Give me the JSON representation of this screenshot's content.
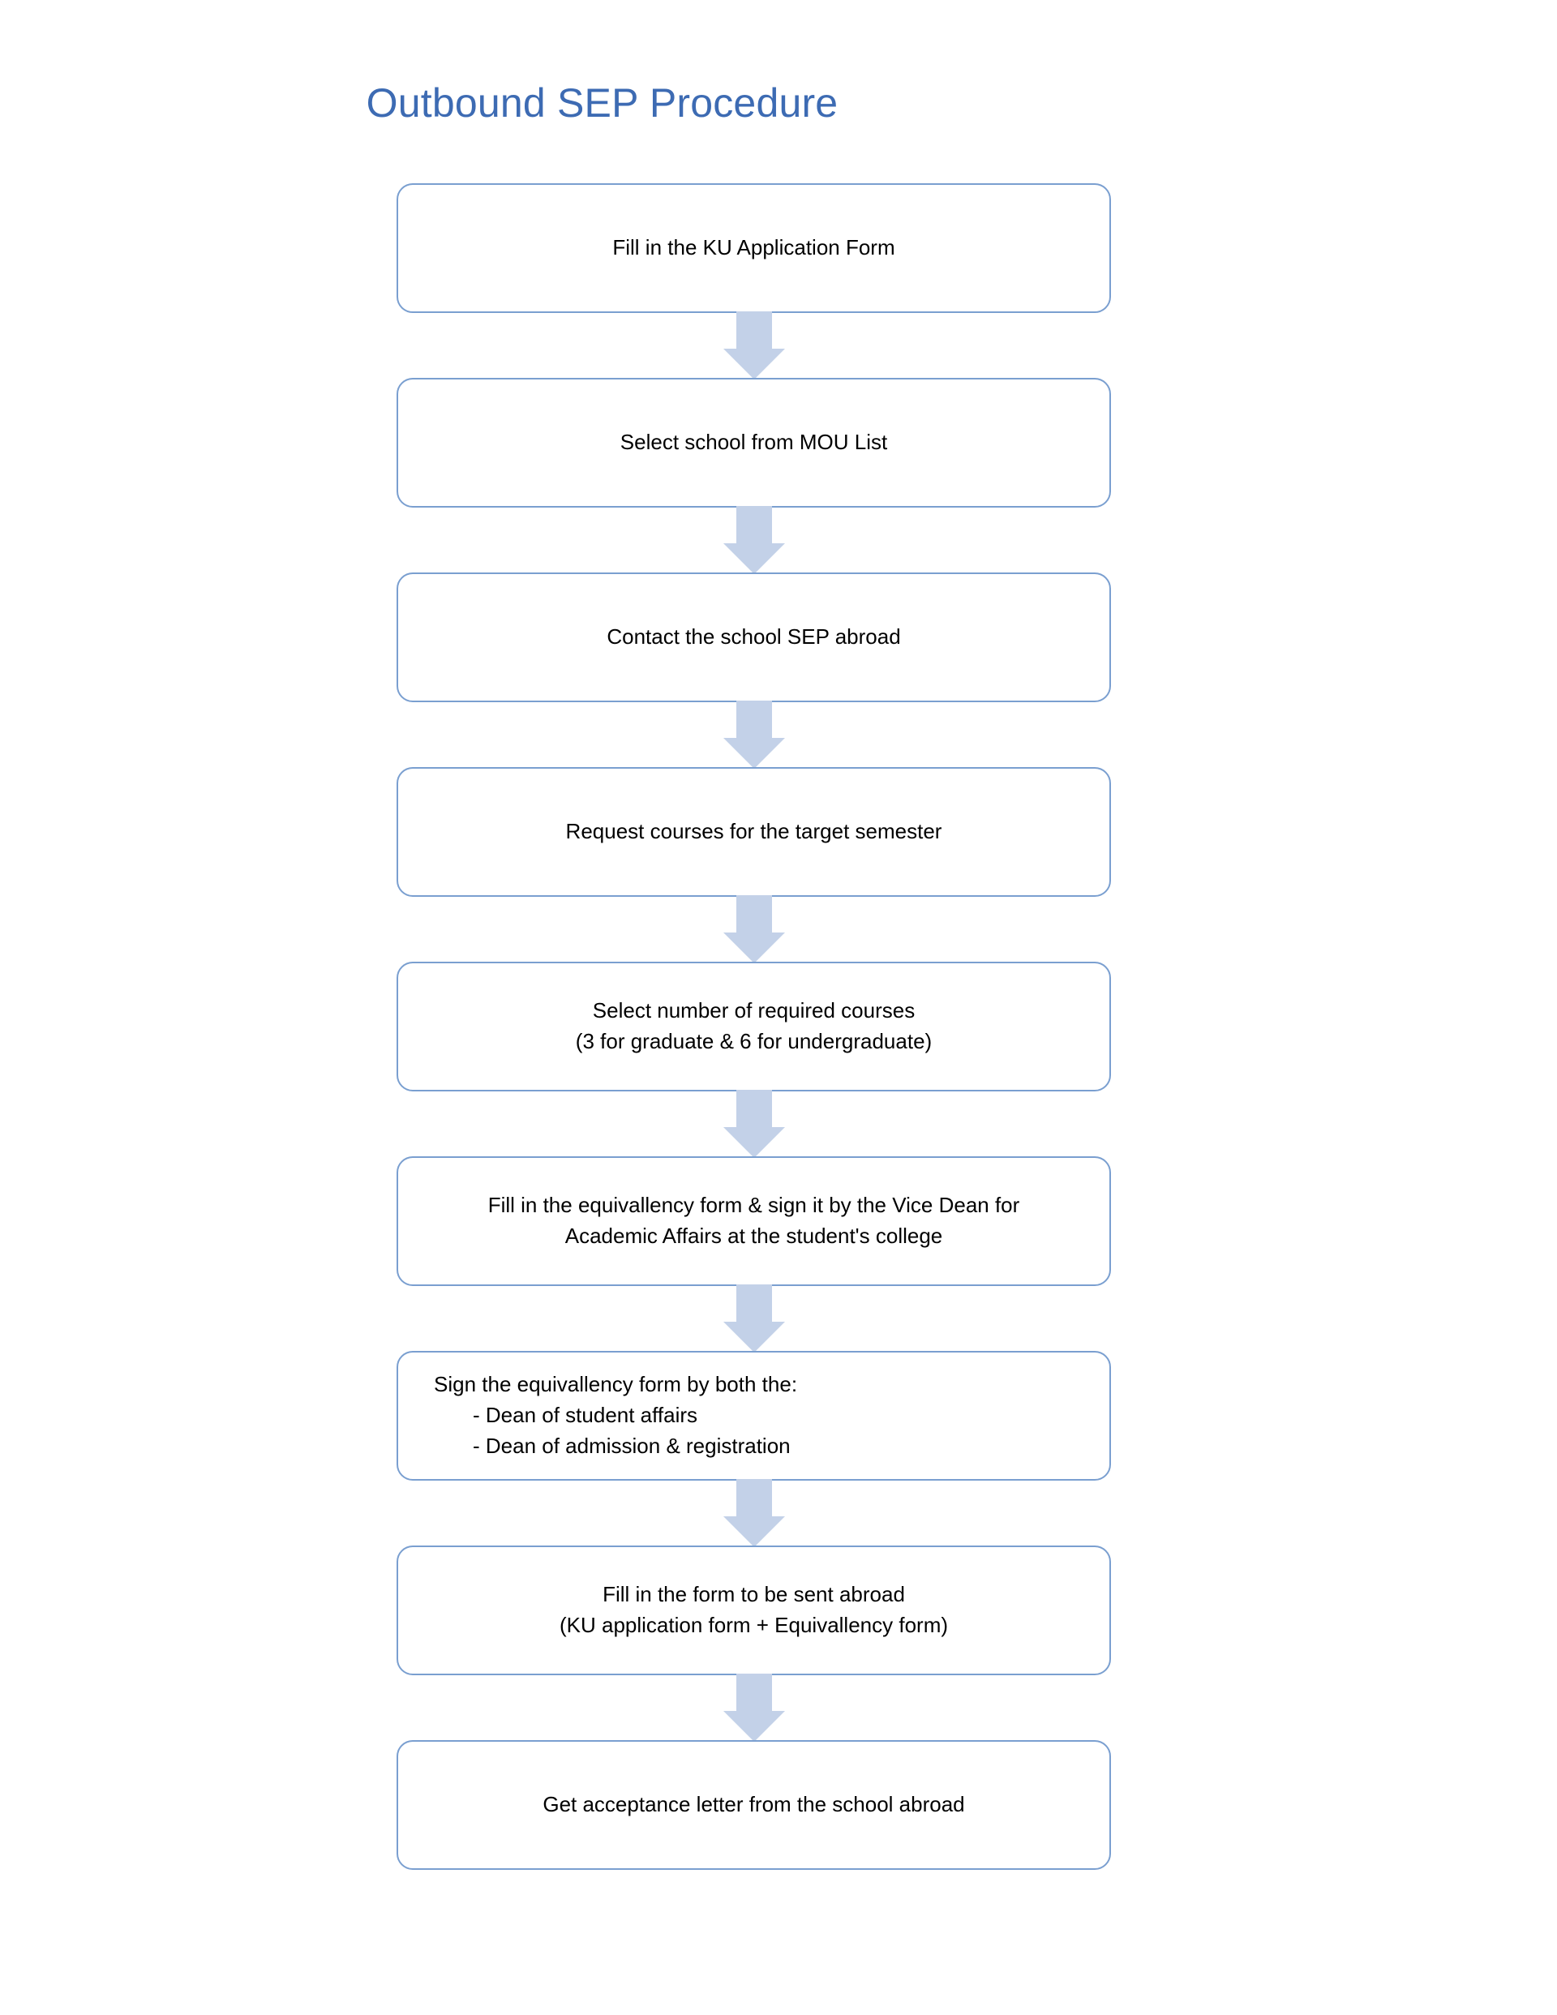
{
  "document": {
    "title": "Outbound SEP Procedure"
  },
  "colors": {
    "title": "#3d6bb3",
    "node_border": "#7a9fd0",
    "arrow_fill": "#c3d1e8",
    "node_fill": "#ffffff",
    "text": "#000000"
  },
  "flow": {
    "nodes": [
      {
        "id": "fill-ku-application-form",
        "align": "center",
        "lines": [
          "Fill in the KU Application Form"
        ]
      },
      {
        "id": "select-school-mou-list",
        "align": "center",
        "lines": [
          "Select school from MOU List"
        ]
      },
      {
        "id": "contact-school-sep-abroad",
        "align": "center",
        "lines": [
          "Contact the school SEP abroad"
        ]
      },
      {
        "id": "request-courses-target-semester",
        "align": "center",
        "lines": [
          "Request courses for the target semester"
        ]
      },
      {
        "id": "select-number-required-courses",
        "align": "center",
        "lines": [
          "Select number of required courses",
          "(3 for graduate & 6 for undergraduate)"
        ]
      },
      {
        "id": "fill-equivallency-form-vice-dean",
        "align": "center",
        "lines": [
          "Fill in the equivallency form & sign it by the Vice Dean for",
          "Academic Affairs at the student's college"
        ]
      },
      {
        "id": "sign-equivallency-form-both-deans",
        "align": "left",
        "lines": [
          "Sign the equivallency form by both the:",
          "- Dean of student affairs",
          "- Dean of admission & registration"
        ],
        "indented_lines": [
          1,
          2
        ]
      },
      {
        "id": "fill-form-to-be-sent-abroad",
        "align": "center",
        "lines": [
          "Fill in the form to be sent abroad",
          "(KU application form + Equivallency form)"
        ]
      },
      {
        "id": "get-acceptance-letter",
        "align": "center",
        "lines": [
          "Get acceptance letter from the school abroad"
        ]
      }
    ],
    "connector_icon": "arrow-down-icon",
    "connector_count": 8
  }
}
